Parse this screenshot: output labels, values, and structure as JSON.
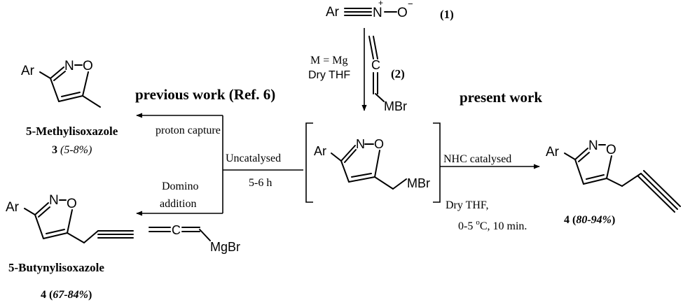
{
  "reagent_1": {
    "ar": "Ar",
    "n": "N",
    "o": "O",
    "plus": "+",
    "minus": "−",
    "number": "(1)"
  },
  "reagent_2": {
    "number": "(2)",
    "c": "C",
    "mbr": "MBr",
    "metal": "M = Mg",
    "solvent": "Dry THF"
  },
  "intermediate": {
    "ar": "Ar",
    "n": "N",
    "o": "O",
    "mbr": "MBr"
  },
  "previous_work": {
    "title": "previous work (Ref. 6)"
  },
  "present_work": {
    "title": "present work"
  },
  "left_branch": {
    "uncatalysed": "Uncatalysed",
    "time": "5-6 h",
    "proton_capture": "proton capture",
    "domino_line1": "Domino",
    "domino_line2": "addition",
    "allenyl_reagent": {
      "c": "C",
      "mgbr": "MgBr"
    }
  },
  "right_branch": {
    "catalyst": "NHC catalysed",
    "solvent": "Dry THF,",
    "conditions_prefix": "0-5 ",
    "degree_sup": "o",
    "conditions_suffix": "C, 10 min."
  },
  "product_3": {
    "ar": "Ar",
    "n": "N",
    "o": "O",
    "name": "5-Methylisoxazole",
    "number": "3",
    "yield": "(5-8%)"
  },
  "product_4_left": {
    "ar": "Ar",
    "n": "N",
    "o": "O",
    "name": "5-Butynylisoxazole",
    "number": "4",
    "yield_open": " (",
    "yield_value": "67-84%",
    "yield_close": ")"
  },
  "product_4_right": {
    "ar": "Ar",
    "n": "N",
    "o": "O",
    "number": "4",
    "yield_open": " (",
    "yield_value": "80-94%",
    "yield_close": ")"
  },
  "colors": {
    "ink": "#000000",
    "background": "#ffffff"
  }
}
